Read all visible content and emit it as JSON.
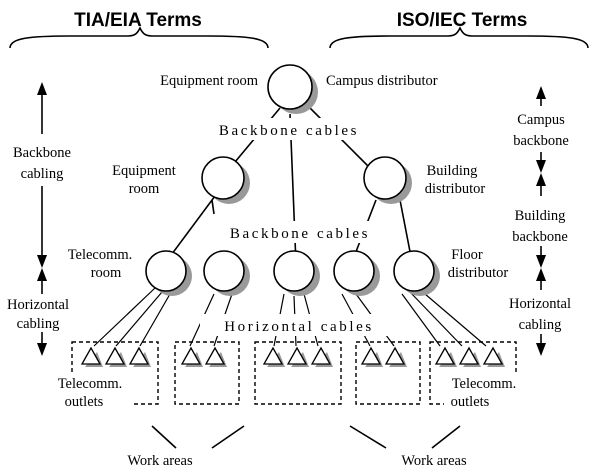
{
  "headers": {
    "left": "TIA/EIA Terms",
    "right": "ISO/IEC Terms"
  },
  "left_labels": {
    "backbone": [
      "Backbone",
      "cabling"
    ],
    "horizontal": [
      "Horizontal",
      "cabling"
    ]
  },
  "right_labels": {
    "campus": [
      "Campus",
      "backbone"
    ],
    "building": [
      "Building",
      "backbone"
    ],
    "horizontal": [
      "Horizontal",
      "cabling"
    ]
  },
  "node_labels": {
    "equipment_room_top": "Equipment room",
    "campus_distributor": "Campus distributor",
    "equipment_room_mid": [
      "Equipment",
      "room"
    ],
    "building_distributor": [
      "Building",
      "distributor"
    ],
    "telecomm_room": [
      "Telecomm.",
      "room"
    ],
    "floor_distributor": [
      "Floor",
      "distributor"
    ]
  },
  "cable_labels": {
    "backbone_top": "Backbone cables",
    "backbone_mid": "Backbone cables",
    "horizontal": "Horizontal cables"
  },
  "outlet_labels": {
    "left": [
      "Telecomm.",
      "outlets"
    ],
    "right": [
      "Telecomm.",
      "outlets"
    ]
  },
  "work_area_labels": {
    "left": "Work areas",
    "right": "Work areas"
  }
}
